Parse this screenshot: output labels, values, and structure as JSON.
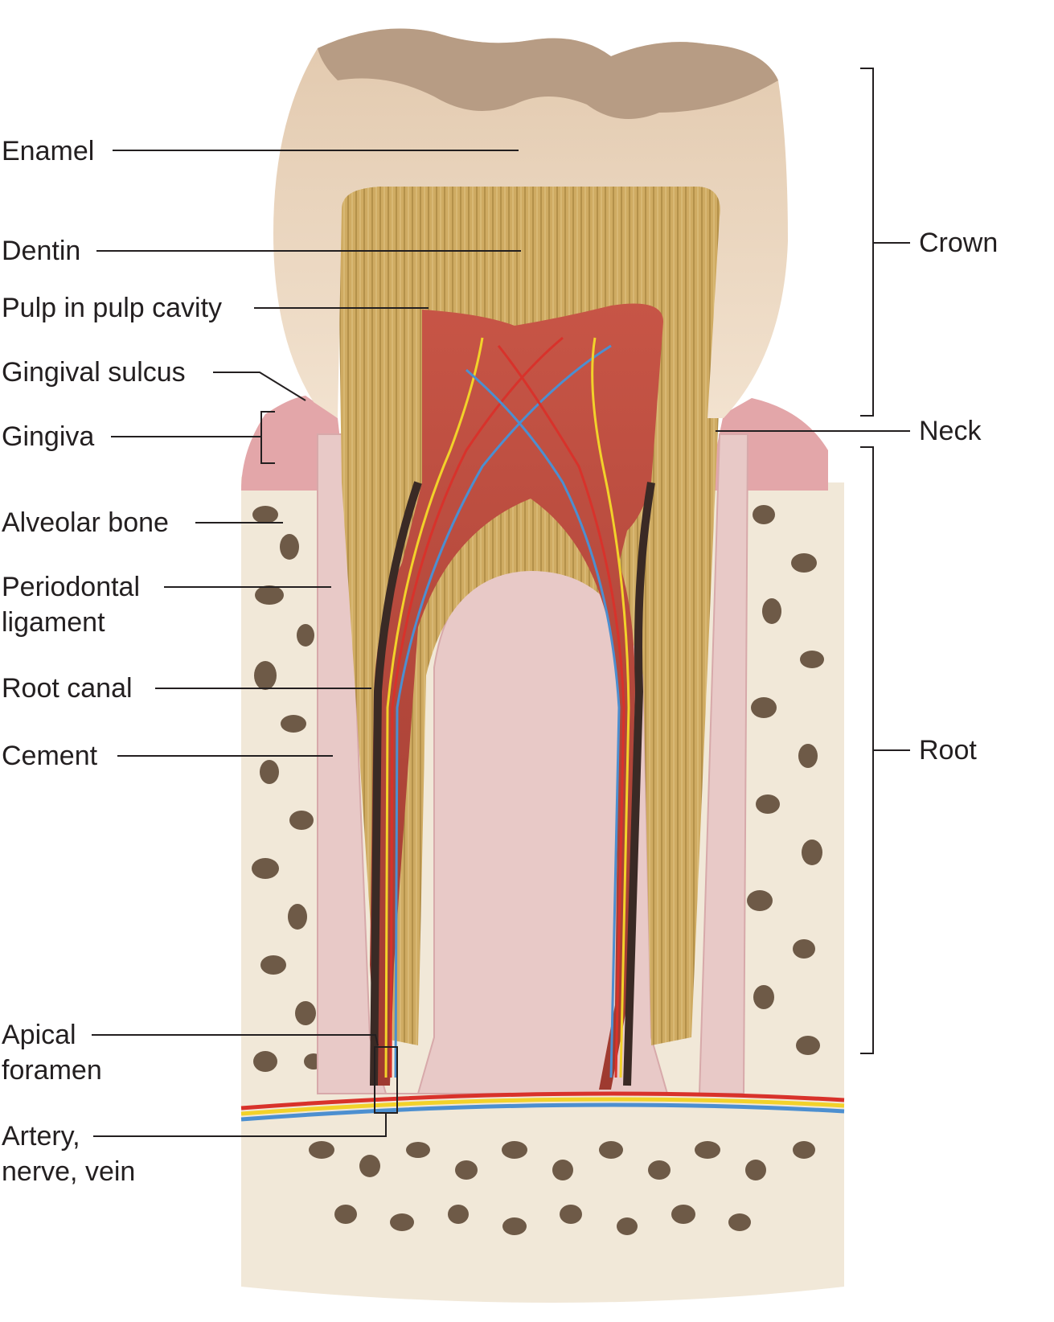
{
  "labels": {
    "enamel": "Enamel",
    "dentin": "Dentin",
    "pulp": "Pulp in pulp cavity",
    "gingival_sulcus": "Gingival sulcus",
    "gingiva": "Gingiva",
    "alveolar_bone": "Alveolar bone",
    "periodontal_ligament": [
      "Periodontal",
      "ligament"
    ],
    "root_canal": "Root canal",
    "cement": "Cement",
    "apical_foramen": [
      "Apical",
      "foramen"
    ],
    "vessels": [
      "Artery,",
      "nerve, vein"
    ],
    "crown": "Crown",
    "neck": "Neck",
    "root": "Root"
  },
  "colors": {
    "enamel": "#ecd9c3",
    "enamel_top": "#b79c84",
    "dentin": "#c9a45e",
    "pulp": "#b5483c",
    "bone": "#f1e8d8",
    "marrow": "#6e5a47",
    "gingiva": "#e3a6a9",
    "artery": "#d8322b",
    "vein": "#4c8fd0",
    "nerve": "#f2d22a",
    "leader": "#231f20"
  }
}
